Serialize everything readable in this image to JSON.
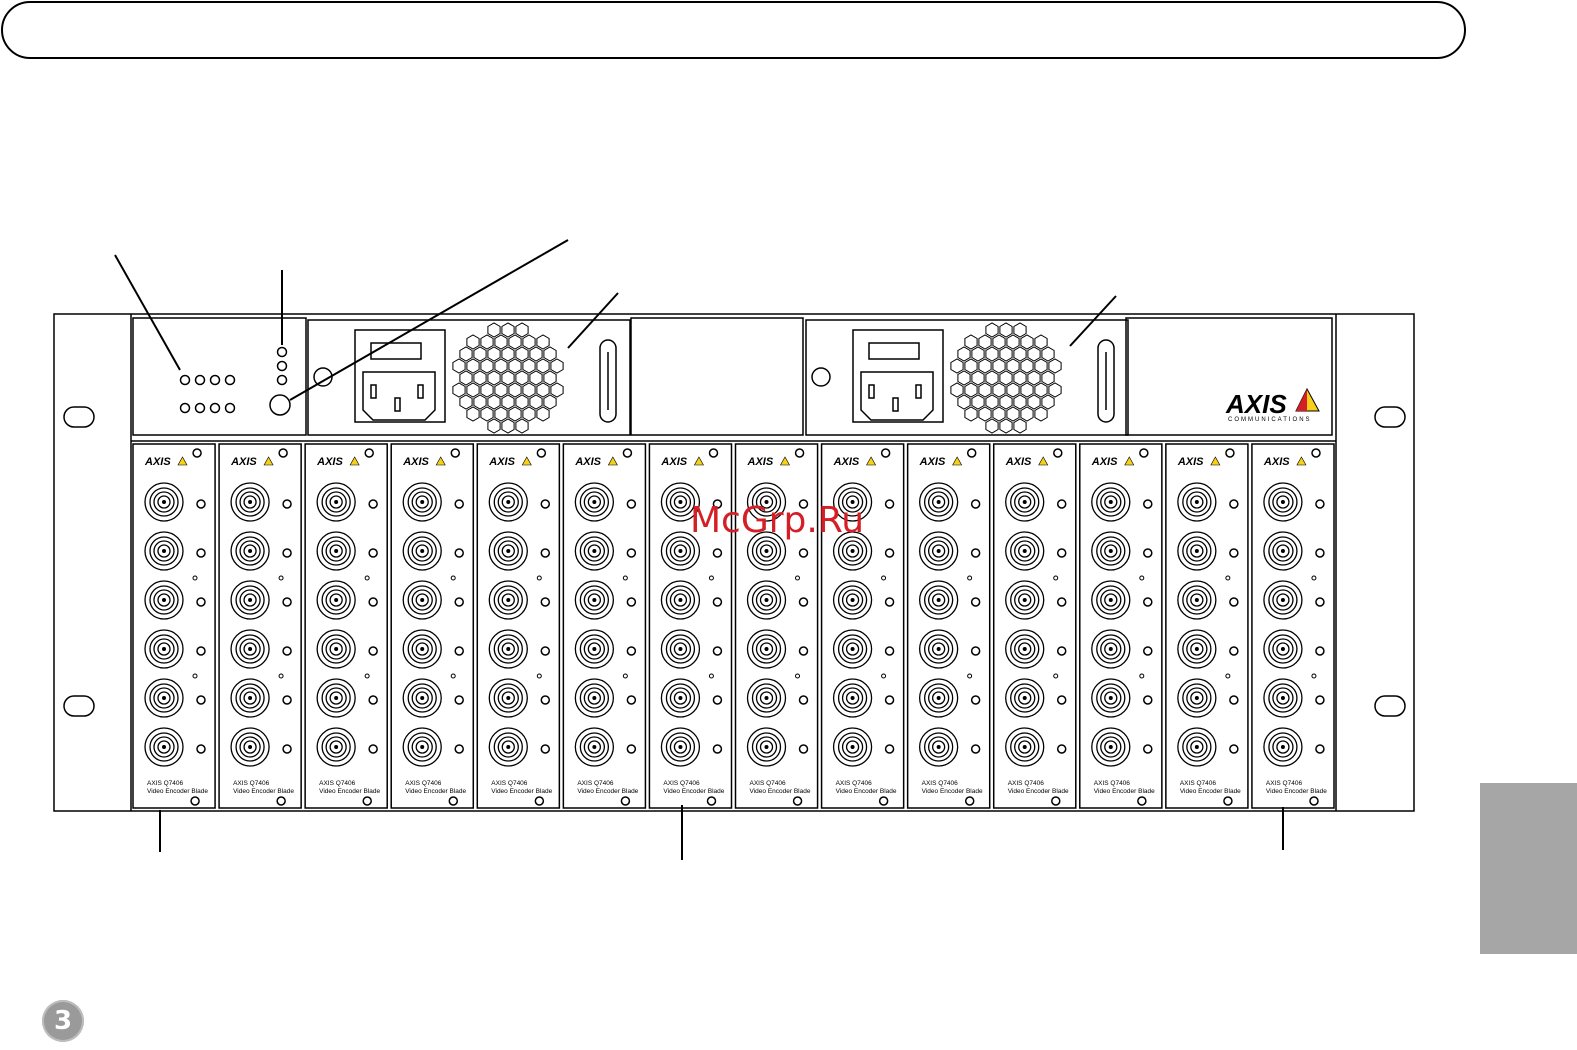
{
  "page_number": "3",
  "watermark": "McGrp.Ru",
  "logo": {
    "text": "AXIS",
    "subtext": "COMMUNICATIONS"
  },
  "blade": {
    "logo_text": "AXIS",
    "model_label": "AXIS Q7406",
    "type_label": "Video Encoder Blade",
    "count": 14,
    "connectors_per_blade": 6
  },
  "colors": {
    "logo_red": "#d41f26",
    "logo_yellow": "#f7d117",
    "side_tab": "#a6a6a6",
    "badge": "#9a9a9a"
  }
}
